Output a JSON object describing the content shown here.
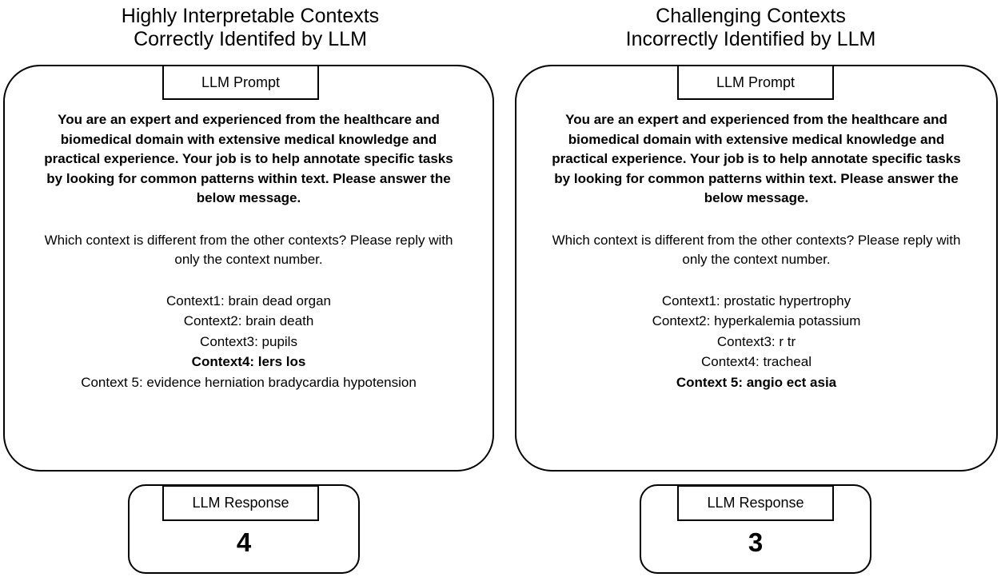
{
  "panels": [
    {
      "title": "Highly Interpretable Contexts\nCorrectly Identifed by LLM",
      "prompt_tab_label": "LLM Prompt",
      "system_text": "You are an expert and experienced from the healthcare and\nbiomedical domain with extensive medical knowledge and\npractical experience. Your job is to help annotate specific tasks\nby looking for common patterns within text. Please answer the\nbelow message.",
      "question_text": "Which context is different from the other contexts? Please reply with\nonly the context number.",
      "contexts": [
        {
          "text": "Context1: brain dead organ",
          "bold": false
        },
        {
          "text": "Context2: brain death",
          "bold": false
        },
        {
          "text": "Context3: pupils",
          "bold": false
        },
        {
          "text": "Context4: lers los",
          "bold": true
        },
        {
          "text": "Context 5: evidence herniation bradycardia hypotension",
          "bold": false
        }
      ],
      "response_tab_label": "LLM Response",
      "response_value": "4"
    },
    {
      "title": "Challenging Contexts\nIncorrectly Identified by LLM",
      "prompt_tab_label": "LLM Prompt",
      "system_text": "You are an expert and experienced from the healthcare and\nbiomedical domain with extensive medical knowledge and\npractical experience. Your job is to help annotate specific tasks\nby looking for common patterns within text. Please answer the\nbelow message.",
      "question_text": "Which context is different from the other contexts? Please reply with\nonly the context number.",
      "contexts": [
        {
          "text": "Context1: prostatic hypertrophy",
          "bold": false
        },
        {
          "text": "Context2: hyperkalemia potassium",
          "bold": false
        },
        {
          "text": "Context3: r tr",
          "bold": false
        },
        {
          "text": "Context4: tracheal",
          "bold": false
        },
        {
          "text": "Context 5: angio ect asia",
          "bold": true
        }
      ],
      "response_tab_label": "LLM Response",
      "response_value": "3"
    }
  ],
  "colors": {
    "stroke": "#000000",
    "background": "#ffffff",
    "text": "#000000"
  }
}
